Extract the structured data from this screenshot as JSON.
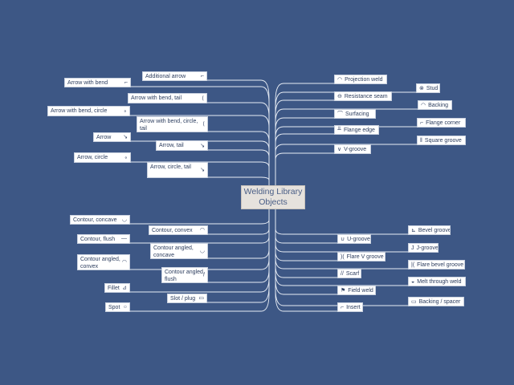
{
  "center": {
    "label": "Welding Library Objects"
  },
  "left_nodes": [
    {
      "id": "additional-arrow",
      "label": "Additional arrow",
      "icon": "additional-arrow-icon",
      "sym": "⌐"
    },
    {
      "id": "arrow-with-bend",
      "label": "Arrow with bend",
      "icon": "arrow-with-bend-icon",
      "sym": "⌐"
    },
    {
      "id": "arrow-with-bend-tail",
      "label": "Arrow with bend, tail",
      "icon": "arrow-with-bend-tail-icon",
      "sym": "⟨"
    },
    {
      "id": "arrow-with-bend-circle",
      "label": "Arrow with bend, circle",
      "icon": "arrow-with-bend-circle-icon",
      "sym": "∘"
    },
    {
      "id": "arrow-with-bend-circle-tail",
      "label": "Arrow with bend, circle, tail",
      "icon": "arrow-with-bend-circle-tail-icon",
      "sym": "⟨"
    },
    {
      "id": "arrow",
      "label": "Arrow",
      "icon": "arrow-icon",
      "sym": "↘"
    },
    {
      "id": "arrow-tail",
      "label": "Arrow, tail",
      "icon": "arrow-tail-icon",
      "sym": "↘"
    },
    {
      "id": "arrow-circle",
      "label": "Arrow, circle",
      "icon": "arrow-circle-icon",
      "sym": "∘"
    },
    {
      "id": "arrow-circle-tail",
      "label": "Arrow, circle, tail",
      "icon": "arrow-circle-tail-icon",
      "sym": "↘"
    },
    {
      "id": "contour-concave",
      "label": "Contour, concave",
      "icon": "contour-concave-icon",
      "sym": "◡"
    },
    {
      "id": "contour-convex",
      "label": "Contour, convex",
      "icon": "contour-convex-icon",
      "sym": "◠"
    },
    {
      "id": "contour-flush",
      "label": "Contour, flush",
      "icon": "contour-flush-icon",
      "sym": "—"
    },
    {
      "id": "contour-angled-concave",
      "label": "Contour angled, concave",
      "icon": "contour-angled-concave-icon",
      "sym": "◡"
    },
    {
      "id": "contour-angled-convex",
      "label": "Contour angled, convex",
      "icon": "contour-angled-convex-icon",
      "sym": "◠"
    },
    {
      "id": "contour-angled-flush",
      "label": "Contour angled, flush",
      "icon": "contour-angled-flush-icon",
      "sym": "/"
    },
    {
      "id": "fillet",
      "label": "Fillet",
      "icon": "fillet-icon",
      "sym": "⊿"
    },
    {
      "id": "slot-plug",
      "label": "Slot / plug",
      "icon": "slot-plug-icon",
      "sym": "▭"
    },
    {
      "id": "spot",
      "label": "Spot",
      "icon": "spot-icon",
      "sym": "○"
    }
  ],
  "right_nodes": [
    {
      "id": "projection-weld",
      "label": "Projection weld",
      "icon": "projection-weld-icon",
      "sym": "◠"
    },
    {
      "id": "stud",
      "label": "Stud",
      "icon": "stud-icon",
      "sym": "⊗"
    },
    {
      "id": "resistance-seam",
      "label": "Resistance seam",
      "icon": "resistance-seam-icon",
      "sym": "⊖"
    },
    {
      "id": "backing",
      "label": "Backing",
      "icon": "backing-icon",
      "sym": "◠"
    },
    {
      "id": "surfacing",
      "label": "Surfacing",
      "icon": "surfacing-icon",
      "sym": "⌒"
    },
    {
      "id": "flange-corner",
      "label": "Flange corner",
      "icon": "flange-corner-icon",
      "sym": "⌐"
    },
    {
      "id": "flange-edge",
      "label": "Flange edge",
      "icon": "flange-edge-icon",
      "sym": "╨"
    },
    {
      "id": "square-groove",
      "label": "Square groove",
      "icon": "square-groove-icon",
      "sym": "‖"
    },
    {
      "id": "v-groove",
      "label": "V-groove",
      "icon": "v-groove-icon",
      "sym": "∨"
    },
    {
      "id": "bevel-groove",
      "label": "Bevel groove",
      "icon": "bevel-groove-icon",
      "sym": "⊾"
    },
    {
      "id": "u-groove",
      "label": "U-groove",
      "icon": "u-groove-icon",
      "sym": "∪"
    },
    {
      "id": "j-groove",
      "label": "J-groove",
      "icon": "j-groove-icon",
      "sym": "J"
    },
    {
      "id": "flare-v-groove",
      "label": "Flare V groove",
      "icon": "flare-v-groove-icon",
      "sym": ")("
    },
    {
      "id": "flare-bevel-groove",
      "label": "Flare bevel groove",
      "icon": "flare-bevel-groove-icon",
      "sym": "|("
    },
    {
      "id": "scarf",
      "label": "Scarf",
      "icon": "scarf-icon",
      "sym": "//"
    },
    {
      "id": "melt-through-weld",
      "label": "Melt through weld",
      "icon": "melt-through-weld-icon",
      "sym": "◒"
    },
    {
      "id": "field-weld",
      "label": "Field weld",
      "icon": "field-weld-icon",
      "sym": "⚑"
    },
    {
      "id": "backing-spacer",
      "label": "Backing / spacer",
      "icon": "backing-spacer-icon",
      "sym": "▭"
    },
    {
      "id": "insert",
      "label": "Insert",
      "icon": "insert-icon",
      "sym": "⌐"
    }
  ]
}
